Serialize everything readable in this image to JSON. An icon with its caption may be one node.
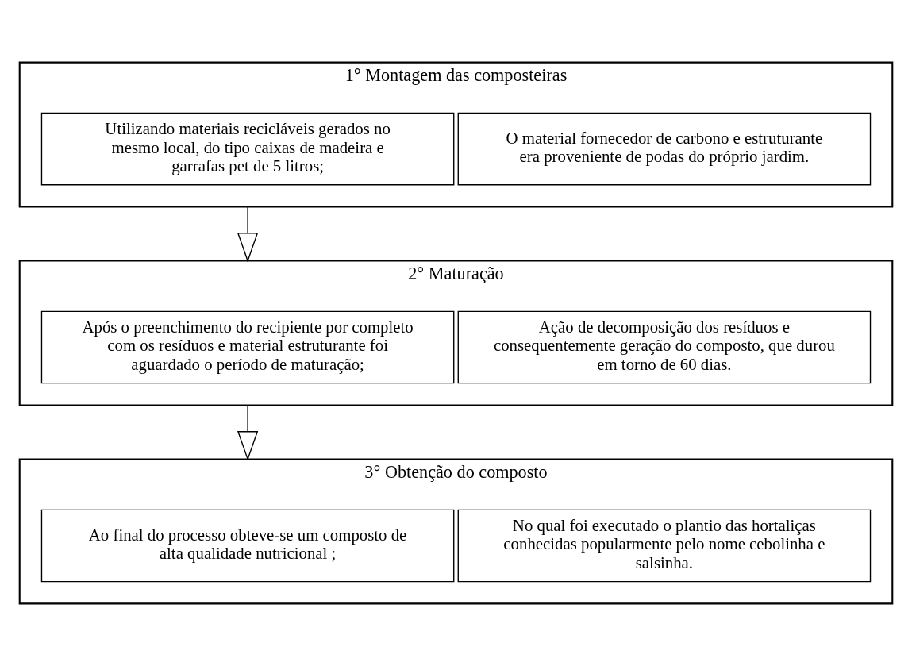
{
  "diagram": {
    "nodes": [
      {
        "text": [
          "1° Montagem das composteiras"
        ]
      },
      {
        "text": [
          "Utilizando materiais recicláveis gerados no mesmo local, do tipo caixas de madeira e garrafas pet de 5 litros;"
        ],
        "in": 0
      },
      {
        "text": [
          "O material fornecedor de carbono e estruturante era proveniente de podas do próprio jardim."
        ],
        "in": 0
      },
      {
        "text": [
          "2° Maturação"
        ]
      },
      {
        "text": [
          "Após o preenchimento do recipiente por completo com os resíduos e material estruturante foi aguardado o período de maturação;"
        ],
        "in": 3
      },
      {
        "text": [
          "Ação de decomposição dos resíduos e consequentemente geração do composto, que durou em torno de 60 dias."
        ],
        "in": 3
      },
      {
        "text": [
          "3° Obtenção do composto"
        ]
      },
      {
        "text": [
          "Ao final do processo obteve-se um composto de alta qualidade nutricional ;"
        ],
        "in": 6
      },
      {
        "text": [
          "No qual foi executado o plantio das hortaliças conhecidas popularmente pelo nome cebolinha e salsinha."
        ],
        "in": 6
      }
    ],
    "edges": [
      {
        "from": 0,
        "to": 3,
        "arrow": "to"
      },
      {
        "from": 3,
        "to": 6,
        "arrow": "to"
      }
    ]
  }
}
